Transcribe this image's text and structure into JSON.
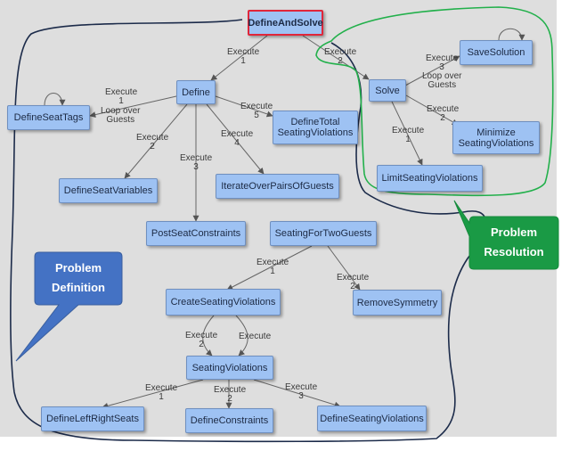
{
  "nodes": {
    "define_and_solve": "DefineAndSolve",
    "define": "Define",
    "solve": "Solve",
    "save_solution": "SaveSolution",
    "define_seat_tags": "DefineSeatTags",
    "define_total_seating_violations": "DefineTotal\nSeatingViolations",
    "minimize_seating_violations": "Minimize\nSeatingViolations",
    "define_seat_variables": "DefineSeatVariables",
    "iterate_over_pairs_of_guests": "IterateOverPairsOfGuests",
    "limit_seating_violations": "LimitSeatingViolations",
    "post_seat_constraints": "PostSeatConstraints",
    "seating_for_two_guests": "SeatingForTwoGuests",
    "create_seating_violations": "CreateSeatingViolations",
    "remove_symmetry": "RemoveSymmetry",
    "seating_violations": "SeatingViolations",
    "define_left_right_seats": "DefineLeftRightSeats",
    "define_constraints": "DefineConstraints",
    "define_seating_violations": "DefineSeatingViolations"
  },
  "edges": {
    "root_define": "Execute\n1",
    "root_solve": "Execute\n2",
    "solve_save": "Execute\n3",
    "solve_minimize": "Execute\n2",
    "solve_limit": "Execute\n1",
    "solve_loop": "Loop over\nGuests",
    "define_seattags": "Execute\n1",
    "define_seattags_loop": "Loop over\nGuests",
    "define_seatvars": "Execute\n2",
    "define_postseat": "Execute\n3",
    "define_iterate": "Execute\n4",
    "define_total": "Execute\n5",
    "seating_create": "Execute\n1",
    "seating_remove": "Execute\n2",
    "create_sv_2": "Execute\n2",
    "create_sv_right": "Execute",
    "sv_left": "Execute\n1",
    "sv_constraints": "Execute\n2",
    "sv_define": "Execute\n3"
  },
  "callouts": {
    "definition": "Problem\nDefinition",
    "resolution": "Problem\nResolution"
  },
  "colors": {
    "node_fill": "#9ec2f3",
    "root_border": "#e0263a",
    "definition_outline": "#1c2b4a",
    "resolution_outline": "#22b04b",
    "definition_callout": "#4472c4",
    "resolution_callout": "#1a9a45"
  }
}
